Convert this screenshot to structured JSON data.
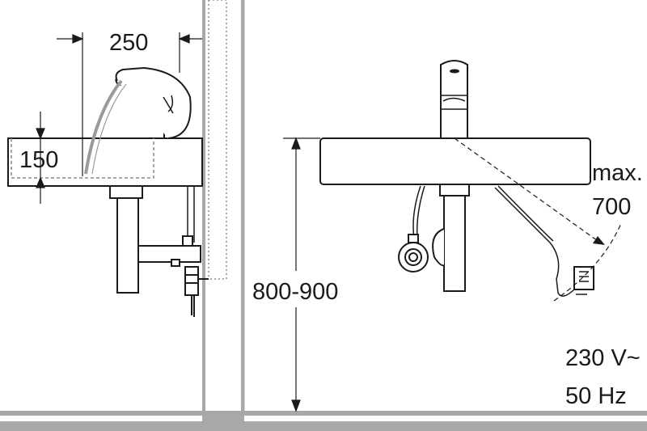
{
  "dimensions": {
    "spout_reach": "250",
    "water_height": "150",
    "mount_height": "800-900",
    "cable_length_prefix": "max.",
    "cable_length_value": "700"
  },
  "power_supply": {
    "voltage": "230 V~",
    "frequency": "50 Hz"
  },
  "colors": {
    "wall": "#a8a8a8",
    "line": "#1a1a1a",
    "dashed": "#8a8a8a"
  }
}
